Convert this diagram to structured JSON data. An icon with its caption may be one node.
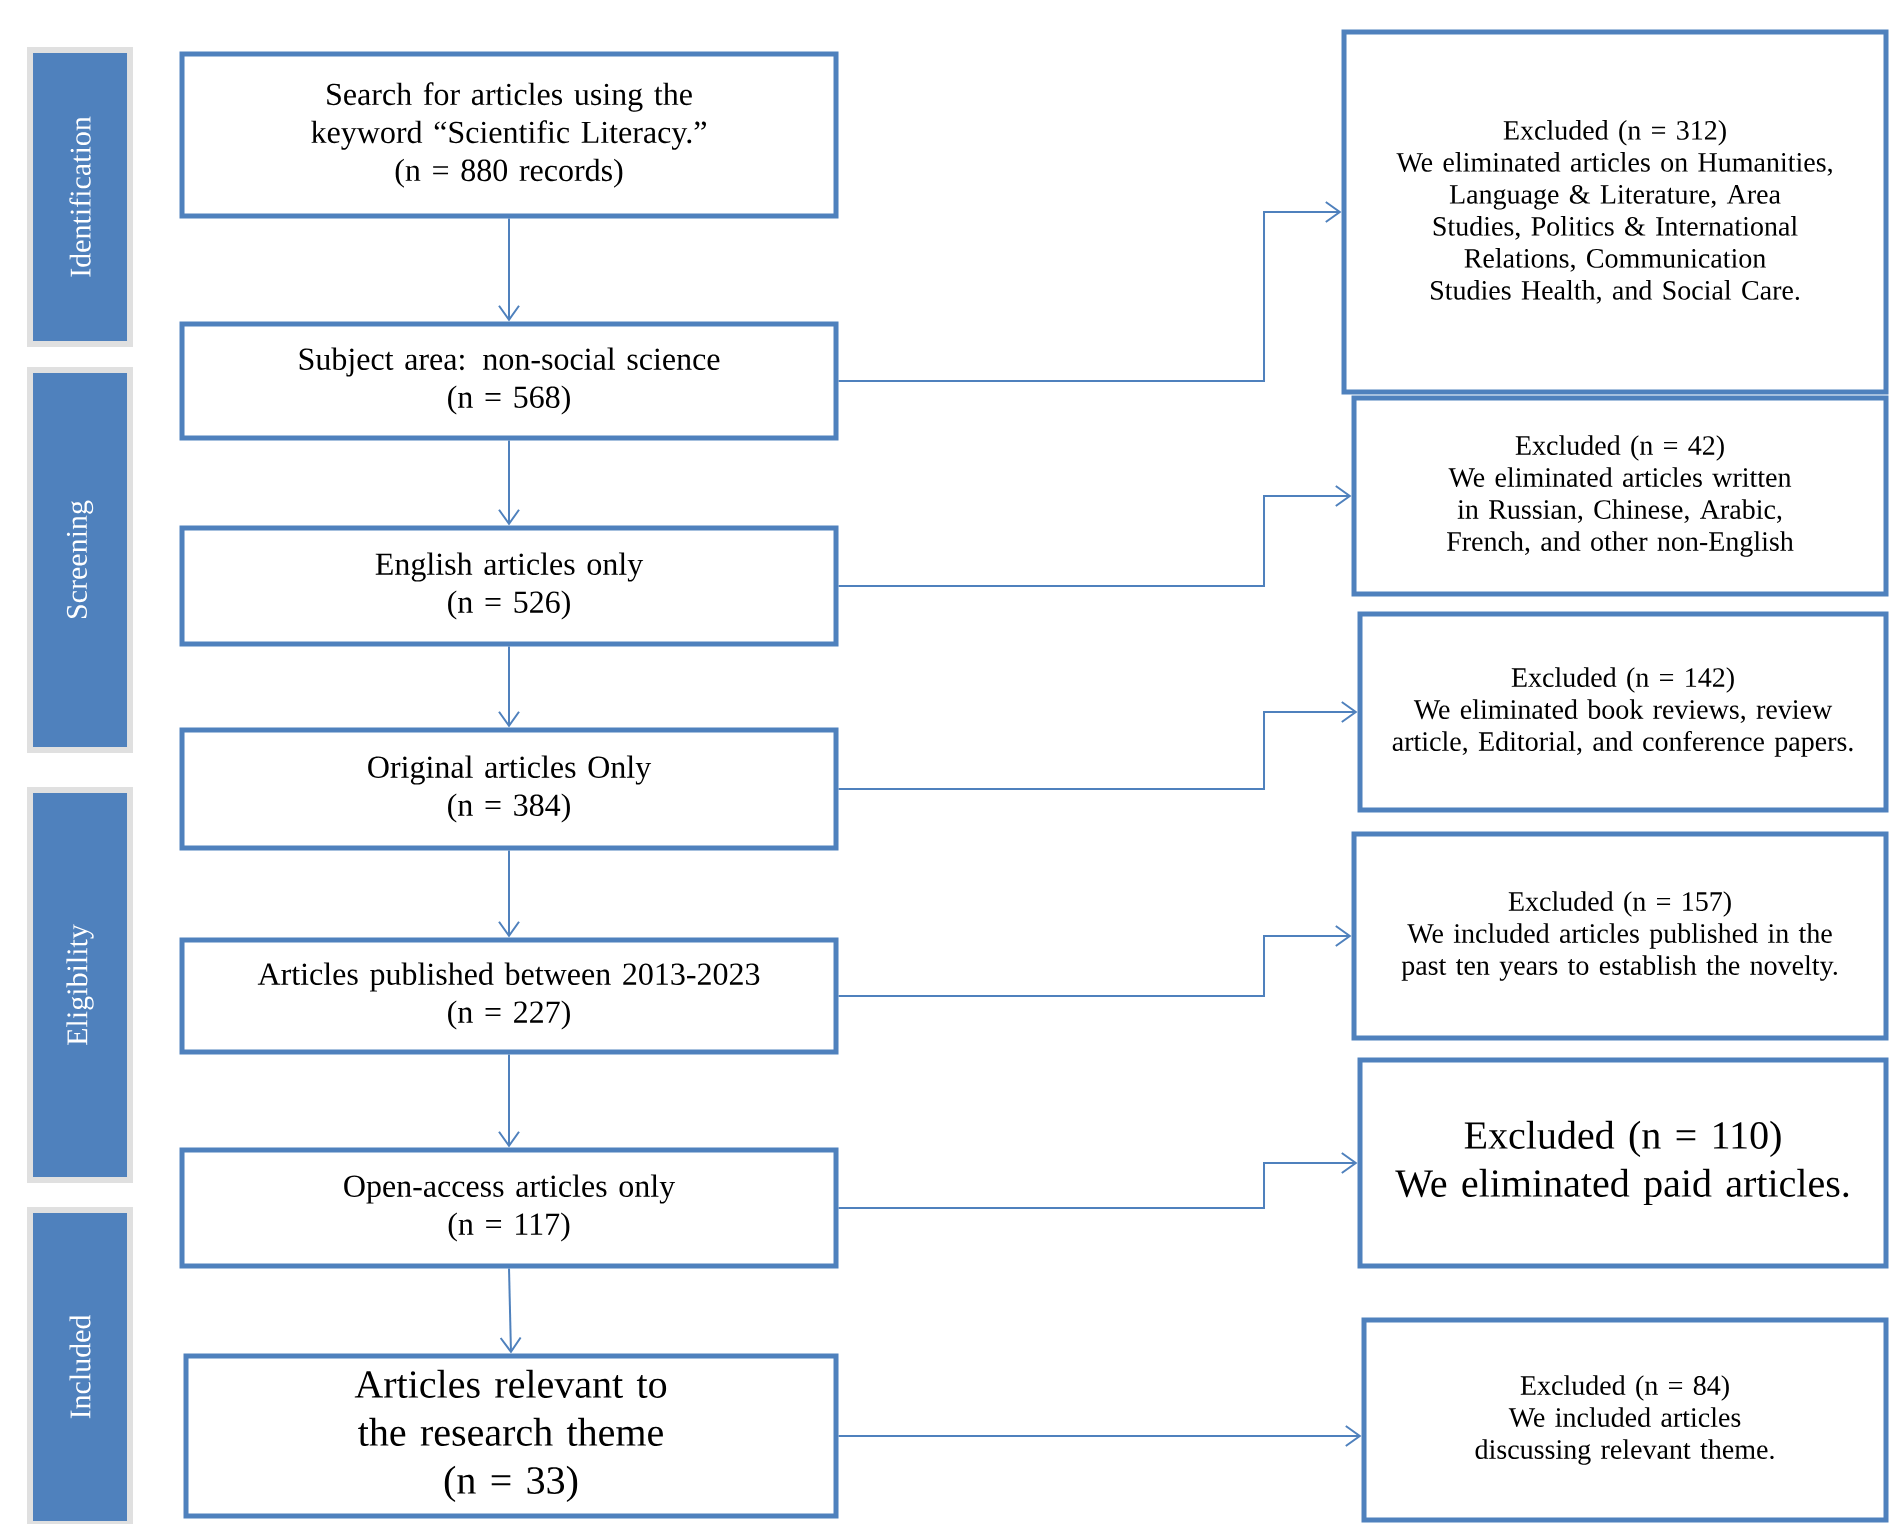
{
  "diagram": {
    "nodes": [
      {
        "text": [
          "Identification"
        ]
      },
      {
        "text": [
          "Screening"
        ]
      },
      {
        "text": [
          "Eligibility"
        ]
      },
      {
        "text": [
          "Included"
        ]
      },
      {
        "text": [
          "Search for articles using the keyword “Scientific Literacy.”",
          "(n = 880 records)"
        ]
      },
      {
        "text": [
          "Subject area: non-social science",
          "(n = 568)"
        ]
      },
      {
        "text": [
          "English articles only",
          "(n = 526)"
        ]
      },
      {
        "text": [
          "Original articles Only",
          "(n = 384)"
        ]
      },
      {
        "text": [
          "Articles published between 2013-2023",
          "(n = 227)"
        ]
      },
      {
        "text": [
          "Open-access articles only",
          "(n = 117)"
        ]
      },
      {
        "text": [
          "Articles relevant to the research theme",
          "(n = 33)"
        ]
      },
      {
        "text": [
          "Excluded (n = 312)",
          "We eliminated articles on Humanities, Language & Literature, Area Studies, Politics & International Relations, Communication Studies Health, and Social Care."
        ]
      },
      {
        "text": [
          "Excluded (n = 42)",
          "We eliminated articles written in Russian, Chinese, Arabic, French, and other non-English"
        ]
      },
      {
        "text": [
          "Excluded (n = 142)",
          "We eliminated book reviews, review article, Editorial, and conference papers."
        ]
      },
      {
        "text": [
          "Excluded (n = 157)",
          "We included articles published in the past ten years to establish the novelty."
        ]
      },
      {
        "text": [
          "Excluded (n = 110)",
          "We eliminated paid articles."
        ]
      },
      {
        "text": [
          "Excluded (n = 84)",
          "We included articles discussing relevant theme."
        ]
      }
    ],
    "edges": [
      {
        "from": 4,
        "to": 5,
        "arrow": "to"
      },
      {
        "from": 5,
        "to": 6,
        "arrow": "to"
      },
      {
        "from": 6,
        "to": 7,
        "arrow": "to"
      },
      {
        "from": 7,
        "to": 8,
        "arrow": "to"
      },
      {
        "from": 8,
        "to": 9,
        "arrow": "to"
      },
      {
        "from": 9,
        "to": 10,
        "arrow": "to"
      },
      {
        "from": 5,
        "to": 11,
        "arrow": "to"
      },
      {
        "from": 6,
        "to": 12,
        "arrow": "to"
      },
      {
        "from": 7,
        "to": 13,
        "arrow": "to"
      },
      {
        "from": 8,
        "to": 14,
        "arrow": "to"
      },
      {
        "from": 9,
        "to": 15,
        "arrow": "to"
      },
      {
        "from": 10,
        "to": 16,
        "arrow": "to"
      }
    ]
  }
}
